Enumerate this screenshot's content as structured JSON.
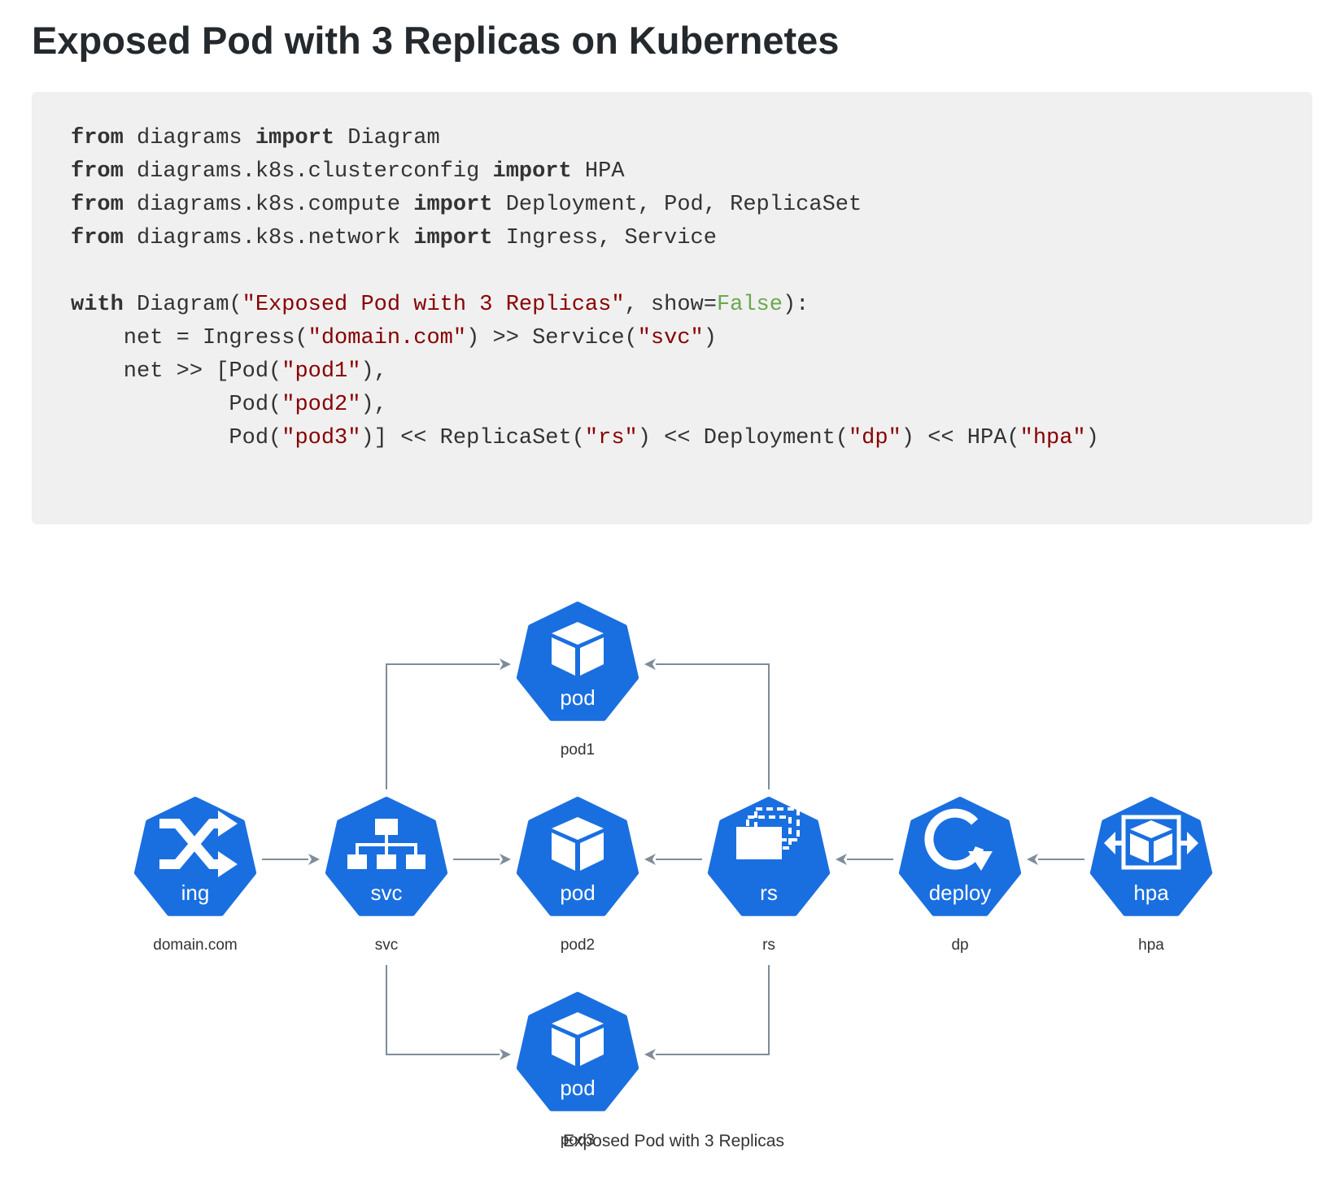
{
  "page": {
    "title": "Exposed Pod with 3 Replicas on Kubernetes"
  },
  "code": {
    "language": "python",
    "lines": [
      [
        {
          "t": "kw",
          "v": "from"
        },
        {
          "t": "plain",
          "v": " diagrams "
        },
        {
          "t": "kw",
          "v": "import"
        },
        {
          "t": "plain",
          "v": " Diagram"
        }
      ],
      [
        {
          "t": "kw",
          "v": "from"
        },
        {
          "t": "plain",
          "v": " diagrams.k8s.clusterconfig "
        },
        {
          "t": "kw",
          "v": "import"
        },
        {
          "t": "plain",
          "v": " HPA"
        }
      ],
      [
        {
          "t": "kw",
          "v": "from"
        },
        {
          "t": "plain",
          "v": " diagrams.k8s.compute "
        },
        {
          "t": "kw",
          "v": "import"
        },
        {
          "t": "plain",
          "v": " Deployment, Pod, ReplicaSet"
        }
      ],
      [
        {
          "t": "kw",
          "v": "from"
        },
        {
          "t": "plain",
          "v": " diagrams.k8s.network "
        },
        {
          "t": "kw",
          "v": "import"
        },
        {
          "t": "plain",
          "v": " Ingress, Service"
        }
      ],
      [],
      [
        {
          "t": "kw",
          "v": "with"
        },
        {
          "t": "plain",
          "v": " Diagram("
        },
        {
          "t": "str",
          "v": "\"Exposed Pod with 3 Replicas\""
        },
        {
          "t": "plain",
          "v": ", show="
        },
        {
          "t": "lit",
          "v": "False"
        },
        {
          "t": "plain",
          "v": "):"
        }
      ],
      [
        {
          "t": "plain",
          "v": "    net = Ingress("
        },
        {
          "t": "str",
          "v": "\"domain.com\""
        },
        {
          "t": "plain",
          "v": ") >> Service("
        },
        {
          "t": "str",
          "v": "\"svc\""
        },
        {
          "t": "plain",
          "v": ")"
        }
      ],
      [
        {
          "t": "plain",
          "v": "    net >> [Pod("
        },
        {
          "t": "str",
          "v": "\"pod1\""
        },
        {
          "t": "plain",
          "v": "),"
        }
      ],
      [
        {
          "t": "plain",
          "v": "            Pod("
        },
        {
          "t": "str",
          "v": "\"pod2\""
        },
        {
          "t": "plain",
          "v": "),"
        }
      ],
      [
        {
          "t": "plain",
          "v": "            Pod("
        },
        {
          "t": "str",
          "v": "\"pod3\""
        },
        {
          "t": "plain",
          "v": ")] << ReplicaSet("
        },
        {
          "t": "str",
          "v": "\"rs\""
        },
        {
          "t": "plain",
          "v": ") << Deployment("
        },
        {
          "t": "str",
          "v": "\"dp\""
        },
        {
          "t": "plain",
          "v": ") << HPA("
        },
        {
          "t": "str",
          "v": "\"hpa\""
        },
        {
          "t": "plain",
          "v": ")"
        }
      ]
    ]
  },
  "diagram": {
    "caption": "Exposed Pod with 3 Replicas",
    "node_color": "#1a6fe0",
    "edge_color": "#7f8c99",
    "nodes": [
      {
        "id": "ing",
        "icon": "ingress-icon",
        "badge": "ing",
        "label": "domain.com"
      },
      {
        "id": "svc",
        "icon": "service-icon",
        "badge": "svc",
        "label": "svc"
      },
      {
        "id": "pod1",
        "icon": "pod-cube-icon",
        "badge": "pod",
        "label": "pod1"
      },
      {
        "id": "pod2",
        "icon": "pod-cube-icon",
        "badge": "pod",
        "label": "pod2"
      },
      {
        "id": "pod3",
        "icon": "pod-cube-icon",
        "badge": "pod",
        "label": "pod3"
      },
      {
        "id": "rs",
        "icon": "replicaset-icon",
        "badge": "rs",
        "label": "rs"
      },
      {
        "id": "dp",
        "icon": "deployment-icon",
        "badge": "deploy",
        "label": "dp"
      },
      {
        "id": "hpa",
        "icon": "hpa-icon",
        "badge": "hpa",
        "label": "hpa"
      }
    ],
    "edges": [
      {
        "from": "ing",
        "to": "svc"
      },
      {
        "from": "svc",
        "to": "pod1"
      },
      {
        "from": "svc",
        "to": "pod2"
      },
      {
        "from": "svc",
        "to": "pod3"
      },
      {
        "from": "rs",
        "to": "pod1"
      },
      {
        "from": "rs",
        "to": "pod2"
      },
      {
        "from": "rs",
        "to": "pod3"
      },
      {
        "from": "dp",
        "to": "rs"
      },
      {
        "from": "hpa",
        "to": "dp"
      }
    ]
  }
}
